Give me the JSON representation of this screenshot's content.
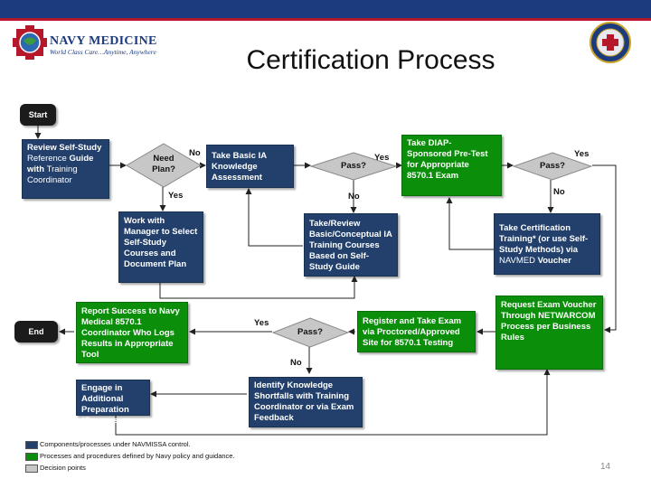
{
  "header": {
    "logo_text": "NAVY MEDICINE",
    "logo_subtext": "World Class Care…Anytime, Anywhere",
    "title": "Certification Process"
  },
  "colors": {
    "navy_box": "#22406b",
    "green_box": "#0b8f0b",
    "decision": "#c7c7c7",
    "terminal": "#1b1b1b",
    "top_bar": "#1c3a7e"
  },
  "nodes": {
    "start": "Start",
    "end": "End",
    "review_bold": "Review Self-Study",
    "review_plain_a": "Reference",
    "review_mid": "Guide with",
    "review_plain_b": "Training Coordinator",
    "need_plan": "Need Plan?",
    "take_basic": "Take Basic IA Knowledge Assessment",
    "pass1": "Pass?",
    "take_diap": "Take DIAP-Sponsored Pre-Test for Appropriate 8570.1 Exam",
    "pass2": "Pass?",
    "work_manager": "Work with Manager to Select Self-Study Courses and Document Plan",
    "take_review": "Take/Review Basic/Conceptual IA Training Courses Based on Self-Study Guide",
    "take_cert_a": "Take Certification Training* (or use Self-Study Methods) via",
    "take_cert_plain": "NAVMED",
    "take_cert_b": "Voucher",
    "request_voucher": "Request Exam Voucher Through NETWARCOM Process per Business Rules",
    "register": "Register and Take Exam via Proctored/Approved Site for 8570.1 Testing",
    "pass3": "Pass?",
    "report_success": "Report Success to Navy Medical 8570.1 Coordinator Who Logs Results in Appropriate Tool",
    "identify": "Identify Knowledge Shortfalls with Training Coordinator or via Exam Feedback",
    "engage": "Engage in Additional Preparation (Courses or Study)"
  },
  "edge_labels": {
    "need_no": "No",
    "need_yes": "Yes",
    "pass1_yes": "Yes",
    "pass1_no": "No",
    "pass2_yes": "Yes",
    "pass2_no": "No",
    "pass3_yes": "Yes",
    "pass3_no": "No"
  },
  "legend": [
    {
      "text": "Components/processes under NAVMISSA control.",
      "color": "#22406b"
    },
    {
      "text": "Processes and procedures defined by Navy policy and guidance.",
      "color": "#0b8f0b"
    },
    {
      "text": "Decision points",
      "color": "#c7c7c7"
    }
  ],
  "page_number": "14"
}
